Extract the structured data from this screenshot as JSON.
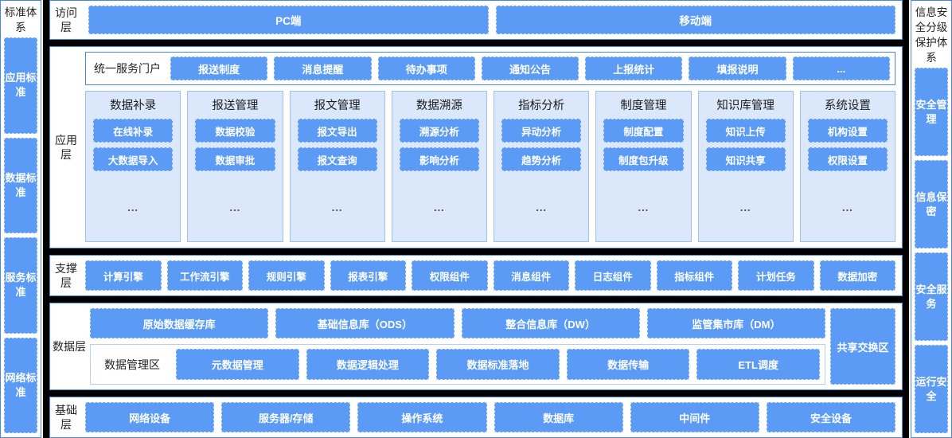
{
  "left_pillar": {
    "title": "标准体系",
    "items": [
      {
        "label": "应用标准"
      },
      {
        "label": "数据标准"
      },
      {
        "label": "服务标准"
      },
      {
        "label": "网络标准"
      }
    ]
  },
  "right_pillar": {
    "title": "信息安全分级保护体系",
    "items": [
      {
        "label": "安全管理"
      },
      {
        "label": "信息保密"
      },
      {
        "label": "安全服务"
      },
      {
        "label": "运行安全"
      }
    ]
  },
  "access_layer": {
    "label": "访问层",
    "items": [
      {
        "label": "PC端"
      },
      {
        "label": "移动端"
      }
    ]
  },
  "application_layer": {
    "label": "应用层",
    "portal": {
      "label": "统一服务门户",
      "items": [
        {
          "label": "报送制度"
        },
        {
          "label": "消息提醒"
        },
        {
          "label": "待办事项"
        },
        {
          "label": "通知公告"
        },
        {
          "label": "上报统计"
        },
        {
          "label": "填报说明"
        },
        {
          "label": "..."
        }
      ]
    },
    "cards": [
      {
        "title": "数据补录",
        "items": [
          {
            "label": "在线补录"
          },
          {
            "label": "大数据导入"
          }
        ],
        "more": "..."
      },
      {
        "title": "报送管理",
        "items": [
          {
            "label": "数据校验"
          },
          {
            "label": "数据审批"
          }
        ],
        "more": "..."
      },
      {
        "title": "报文管理",
        "items": [
          {
            "label": "报文导出"
          },
          {
            "label": "报文查询"
          }
        ],
        "more": "..."
      },
      {
        "title": "数据溯源",
        "items": [
          {
            "label": "溯源分析"
          },
          {
            "label": "影响分析"
          }
        ],
        "more": "..."
      },
      {
        "title": "指标分析",
        "items": [
          {
            "label": "异动分析"
          },
          {
            "label": "趋势分析"
          }
        ],
        "more": "..."
      },
      {
        "title": "制度管理",
        "items": [
          {
            "label": "制度配置"
          },
          {
            "label": "制度包升级"
          }
        ],
        "more": "..."
      },
      {
        "title": "知识库管理",
        "items": [
          {
            "label": "知识上传"
          },
          {
            "label": "知识共享"
          }
        ],
        "more": "..."
      },
      {
        "title": "系统设置",
        "items": [
          {
            "label": "机构设置"
          },
          {
            "label": "权限设置"
          }
        ],
        "more": "..."
      }
    ]
  },
  "support_layer": {
    "label": "支撑层",
    "items": [
      {
        "label": "计算引擎"
      },
      {
        "label": "工作流引擎"
      },
      {
        "label": "规则引擎"
      },
      {
        "label": "报表引擎"
      },
      {
        "label": "权限组件"
      },
      {
        "label": "消息组件"
      },
      {
        "label": "日志组件"
      },
      {
        "label": "指标组件"
      },
      {
        "label": "计划任务"
      },
      {
        "label": "数据加密"
      }
    ]
  },
  "data_layer": {
    "label": "数据层",
    "stores": [
      {
        "label": "原始数据缓存库"
      },
      {
        "label": "基础信息库（ODS）"
      },
      {
        "label": "整合信息库（DW）"
      },
      {
        "label": "监管集市库（DM）"
      }
    ],
    "manage_zone": {
      "label": "数据管理区",
      "items": [
        {
          "label": "元数据管理"
        },
        {
          "label": "数据逻辑处理"
        },
        {
          "label": "数据标准落地"
        },
        {
          "label": "数据传输"
        },
        {
          "label": "ETL调度"
        }
      ]
    },
    "share_zone": {
      "label": "共享交换区"
    }
  },
  "infrastructure_layer": {
    "label": "基础层",
    "items": [
      {
        "label": "网络设备"
      },
      {
        "label": "服务器/存储"
      },
      {
        "label": "操作系统"
      },
      {
        "label": "数据库"
      },
      {
        "label": "中间件"
      },
      {
        "label": "安全设备"
      }
    ]
  },
  "colors": {
    "box_blue": "#5b9bf5",
    "card_bg": "#dbe8fb",
    "border_blue": "#4a86e8",
    "gutter_black": "#000000"
  }
}
